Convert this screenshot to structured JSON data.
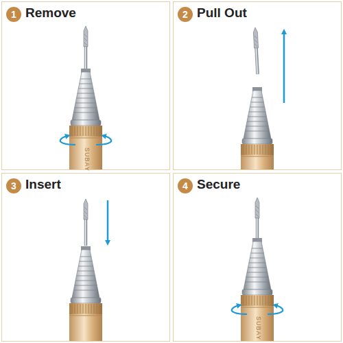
{
  "diagram": {
    "nodes": [
      {
        "text": [
          "Remove"
        ]
      },
      {
        "text": [
          "1"
        ],
        "in": 0
      },
      {
        "text": [
          "Pull Out"
        ]
      },
      {
        "text": [
          "2"
        ],
        "in": 2
      },
      {
        "text": [
          "Insert"
        ]
      },
      {
        "text": [
          "3"
        ],
        "in": 4
      },
      {
        "text": [
          "Secure"
        ]
      },
      {
        "text": [
          "4"
        ],
        "in": 6
      }
    ],
    "labels": [
      "SUBAY",
      "SUBAY"
    ]
  }
}
